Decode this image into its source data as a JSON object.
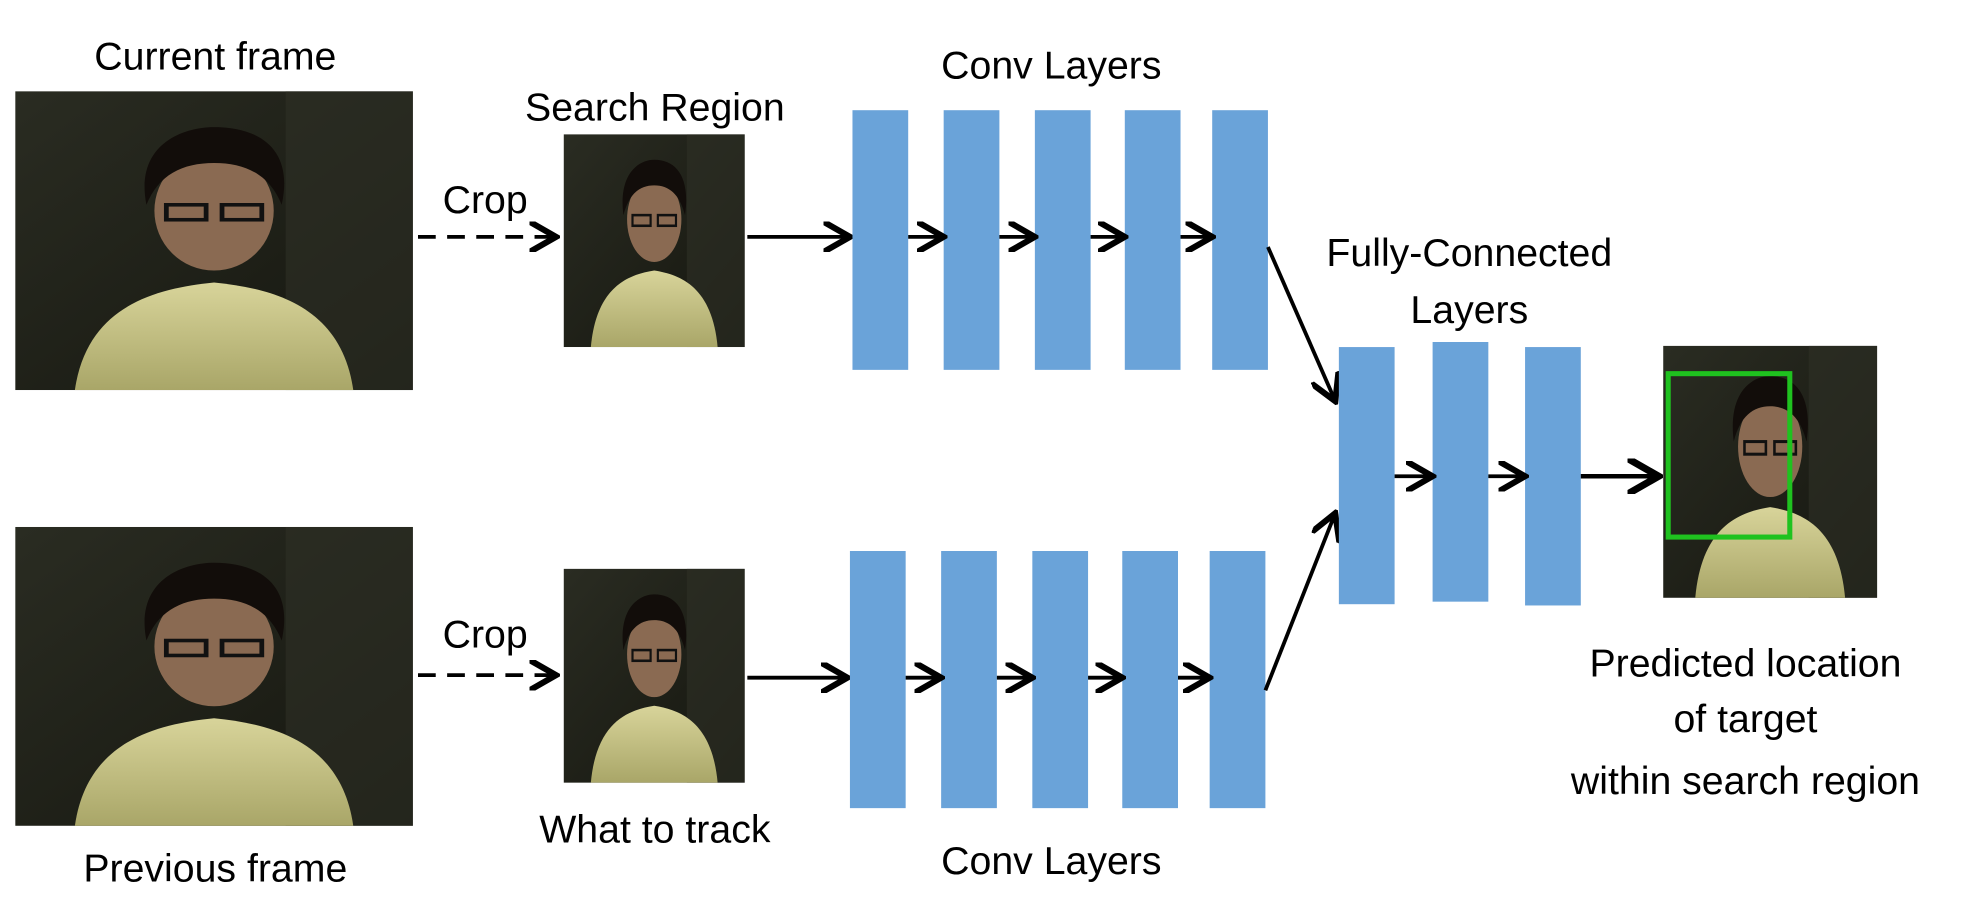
{
  "labels": {
    "current_frame": "Current frame",
    "previous_frame": "Previous frame",
    "crop_top": "Crop",
    "crop_bottom": "Crop",
    "search_region": "Search Region",
    "what_to_track": "What to track",
    "conv_layers_top": "Conv Layers",
    "conv_layers_bottom": "Conv Layers",
    "fc_line1": "Fully-Connected",
    "fc_line2": "Layers",
    "pred_line1": "Predicted location",
    "pred_line2": "of target",
    "pred_line3": "within search region"
  },
  "colors": {
    "layer_block": "#6aa3d9",
    "bounding_box": "#1fc21f",
    "arrow": "#000000"
  },
  "structure": {
    "conv_layers_per_branch": 5,
    "fc_layers": 3
  }
}
